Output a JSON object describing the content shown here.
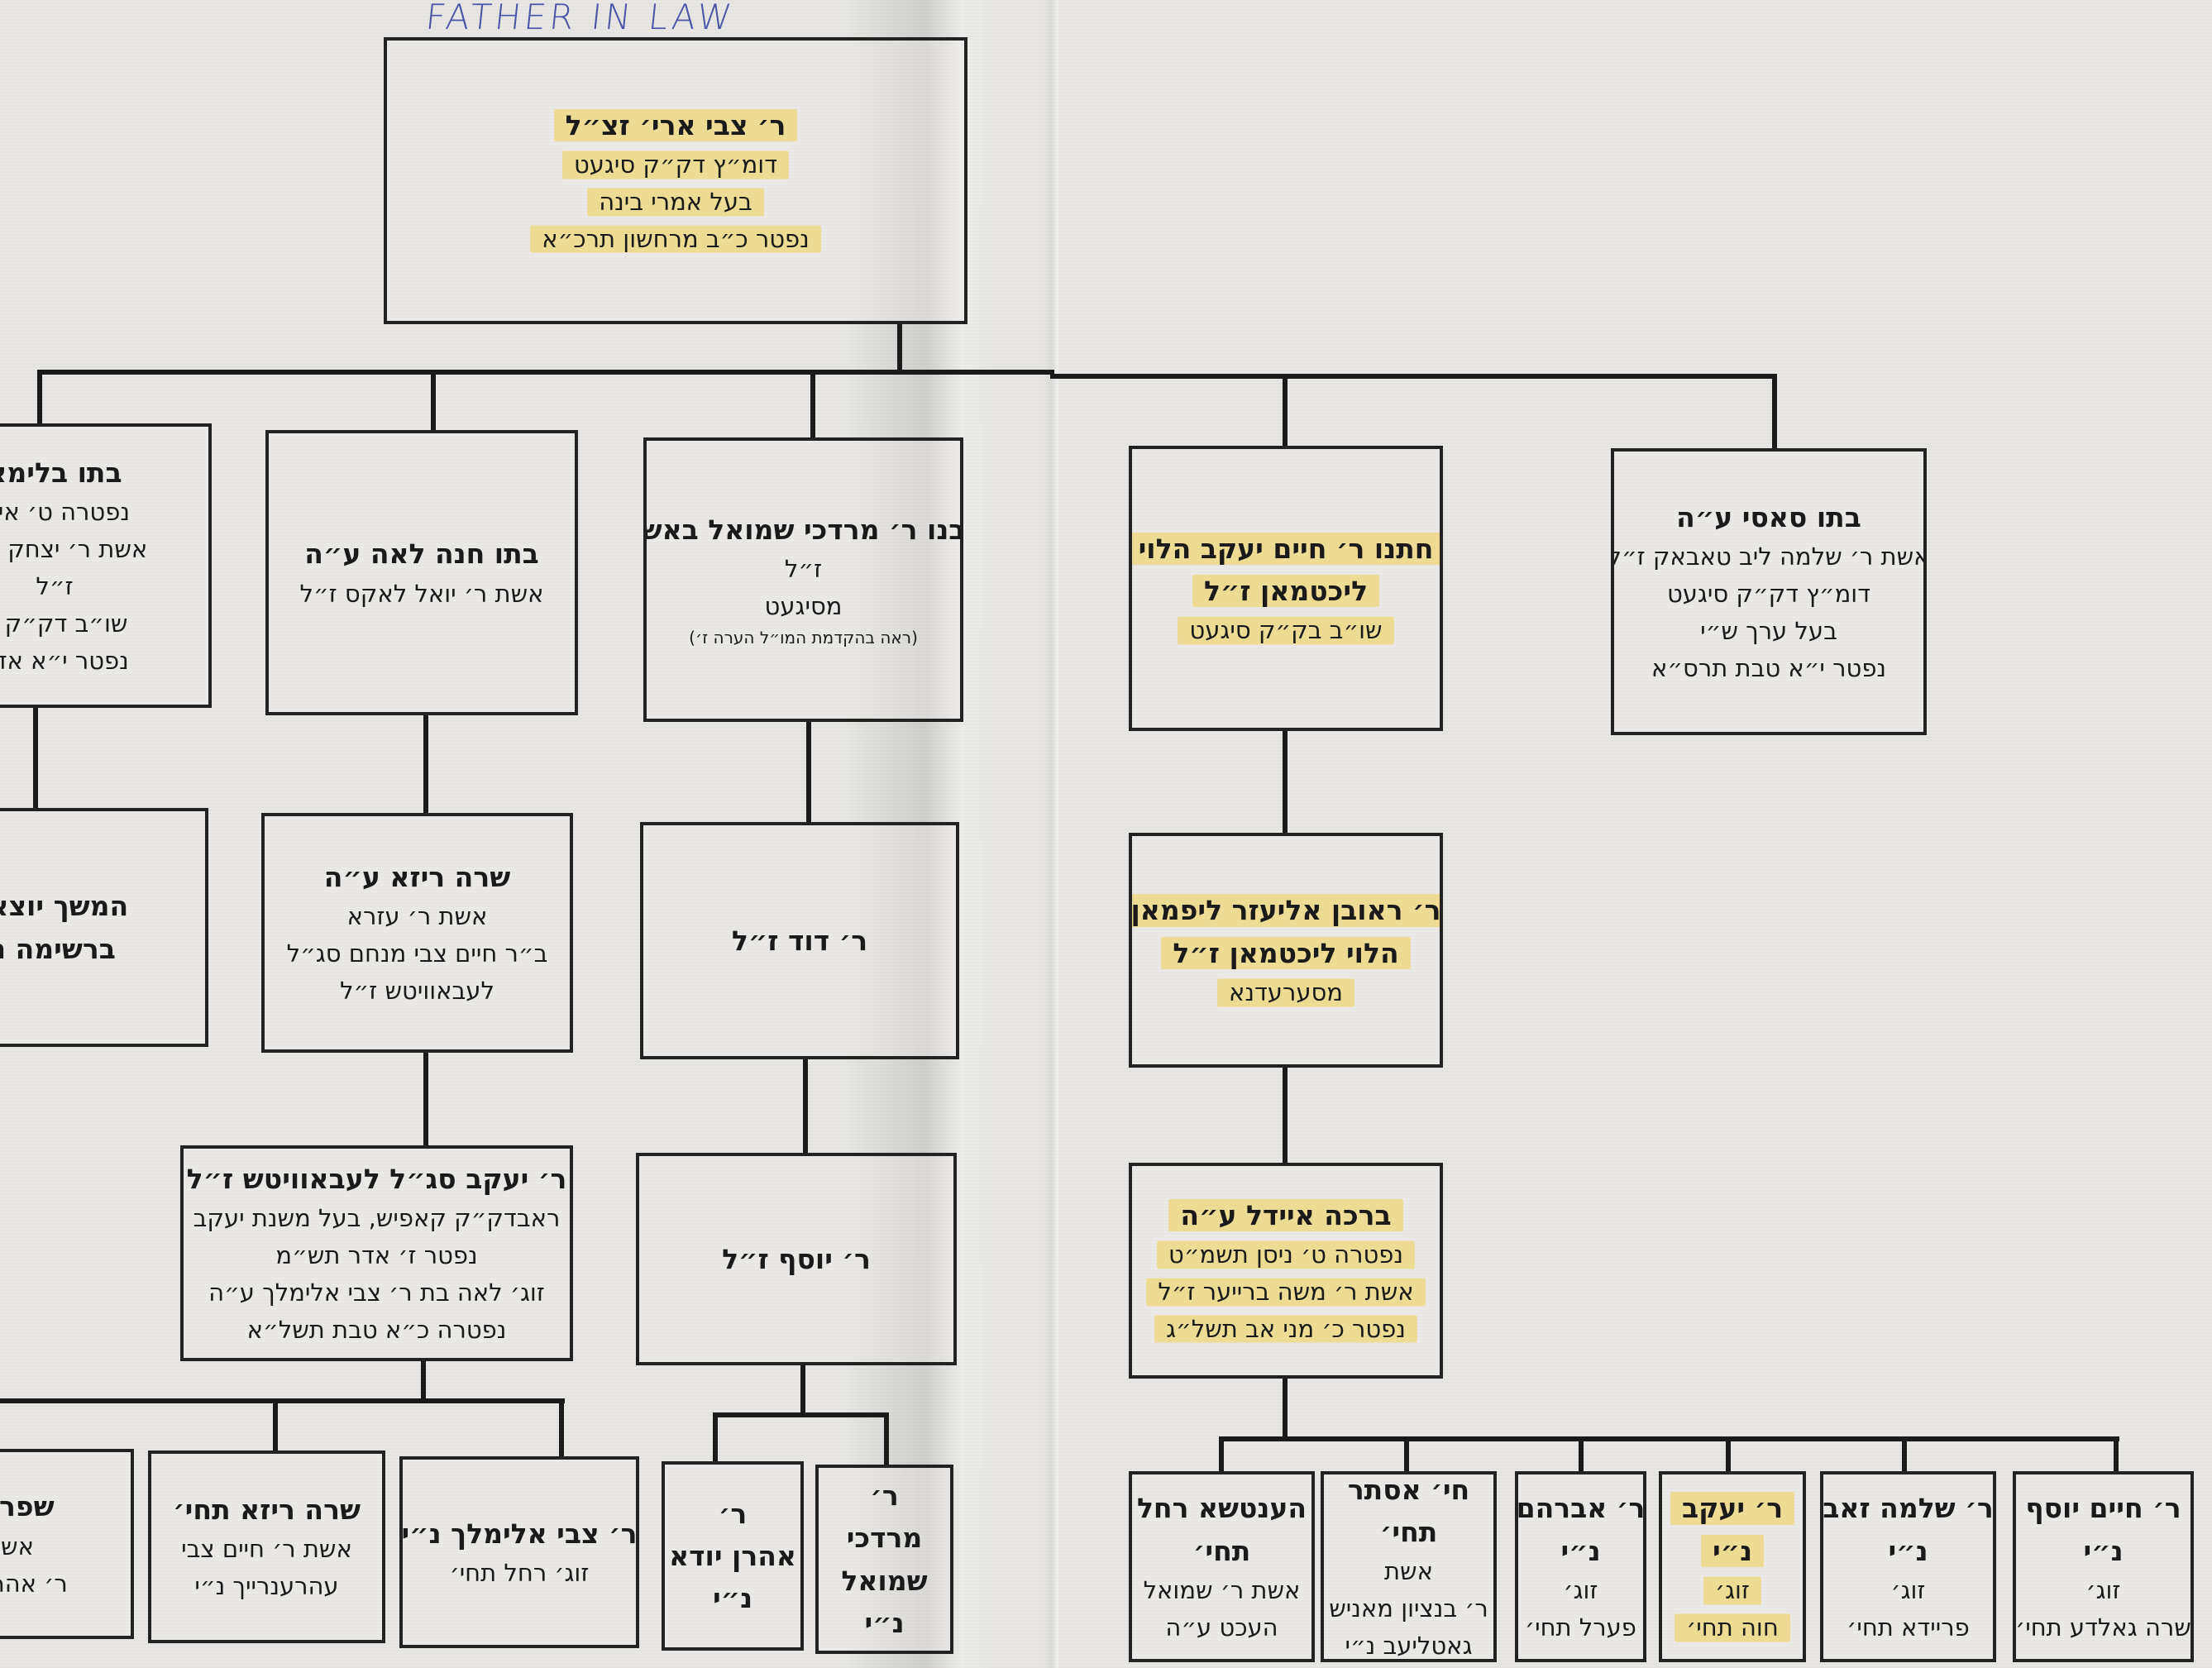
{
  "handwritten_note": "FATHER IN LAW",
  "boxes": {
    "root": {
      "lines": [
        "ר׳ צבי ארי׳ זצ״ל",
        "דומ״ץ דק״ק סיגעט",
        "בעל אמרי בינה",
        "נפטר כ״ב מרחשון תרכ״א"
      ]
    },
    "blima": {
      "lines": [
        "בתו בלימא",
        "נפטרה ט׳ אייר",
        "אשת ר׳ יצחק אהו",
        "ז״ל",
        "שו״ב דק״ק ס",
        "נפטר י״א אדר"
      ]
    },
    "chana_leah": {
      "lines": [
        "בתו חנה לאה ע״ה",
        "אשת ר׳ יואל לאקס ז״ל"
      ]
    },
    "mordechai_shmuel": {
      "lines": [
        "בנו ר׳ מרדכי שמואל באש",
        "ז״ל",
        "מסיגעט",
        "(ראה בהקדמת המו״ל הערה ז׳)"
      ]
    },
    "chaim_yaakov": {
      "lines": [
        "חתנו ר׳ חיים יעקב הלוי",
        "ליכטמאן ז״ל",
        "שו״ב בק״ק סיגעט"
      ]
    },
    "sasi": {
      "lines": [
        "בתו סאסי ע״ה",
        "אשת ר׳ שלמה ליב טאבאק ז״ל",
        "דומ״ץ דק״ק סיגעט",
        "בעל ערך ש״י",
        "נפטר י״א טבת תרס״א"
      ]
    },
    "hamshech": {
      "lines": [
        "המשך יוצאי",
        "ברשימה נ"
      ]
    },
    "sara_reiza": {
      "lines": [
        "שרה ריזא ע״ה",
        "אשת ר׳ עזרא",
        "ב״ר חיים צבי מנחם סג״ל",
        "לעבאוויטש ז״ל"
      ]
    },
    "david": {
      "lines": [
        "ר׳ דוד ז״ל"
      ]
    },
    "reuven": {
      "lines": [
        "ר׳ ראובן אליעזר ליפמאן",
        "הלוי ליכטמאן ז״ל",
        "מסערעדנא"
      ]
    },
    "yaakov_segal": {
      "lines": [
        "ר׳ יעקב סג״ל לעבאוויטש ז״ל",
        "ראבדק״ק קאפיש, בעל משנת יעקב",
        "נפטר ז׳ אדר תש״מ",
        "זוג׳ לאה בת ר׳ צבי אלימלך ע״ה",
        "נפטרה כ״א טבת תשל״א"
      ]
    },
    "yosef": {
      "lines": [
        "ר׳ יוסף ז״ל"
      ]
    },
    "bracha": {
      "lines": [
        "ברכה איידל ע״ה",
        "נפטרה ט׳ ניסן תשמ״ט",
        "אשת ר׳ משה ברייער ז״ל",
        "נפטר כ׳ מני אב תשל״ג"
      ]
    },
    "shifra": {
      "lines": [
        "שפרה",
        "אש",
        "ר׳ אהרן ג"
      ]
    },
    "sara_reiza_2": {
      "lines": [
        "שרה ריזא תחי׳",
        "אשת ר׳ חיים צבי",
        "עהרענרייך נ״י"
      ]
    },
    "tzvi_elimelech": {
      "lines": [
        "ר׳ צבי אלימלך נ״י",
        "זוג׳ רחל תחי׳"
      ]
    },
    "aharon_yuda": {
      "lines": [
        "ר׳",
        "אהרן יודא",
        "נ״י"
      ]
    },
    "mordechai_shmuel_2": {
      "lines": [
        "ר׳",
        "מרדכי",
        "שמואל",
        "נ״י"
      ]
    },
    "hentsha_rachel": {
      "lines": [
        "הענטשא רחל",
        "תחי׳",
        "אשת ר׳ שמואל",
        "העכט ע״ה"
      ]
    },
    "chaya_esther": {
      "lines": [
        "חי׳ אסתר",
        "תחי׳",
        "אשת",
        "ר׳ בנציון מאניש",
        "גאטליעב נ״י"
      ]
    },
    "avraham": {
      "lines": [
        "ר׳ אברהם",
        "נ״י",
        "זוג׳",
        "פערל תחי׳"
      ]
    },
    "yaakov": {
      "lines": [
        "ר׳ יעקב",
        "נ״י",
        "זוג׳",
        "חוה תחי׳"
      ]
    },
    "shlomo_zev": {
      "lines": [
        "ר׳ שלמה זאב",
        "נ״י",
        "זוג׳",
        "פריידא תחי׳"
      ]
    },
    "chaim_yosef": {
      "lines": [
        "ר׳ חיים יוסף",
        "נ״י",
        "זוג׳",
        "שרה גאלדע תחי׳"
      ]
    }
  }
}
